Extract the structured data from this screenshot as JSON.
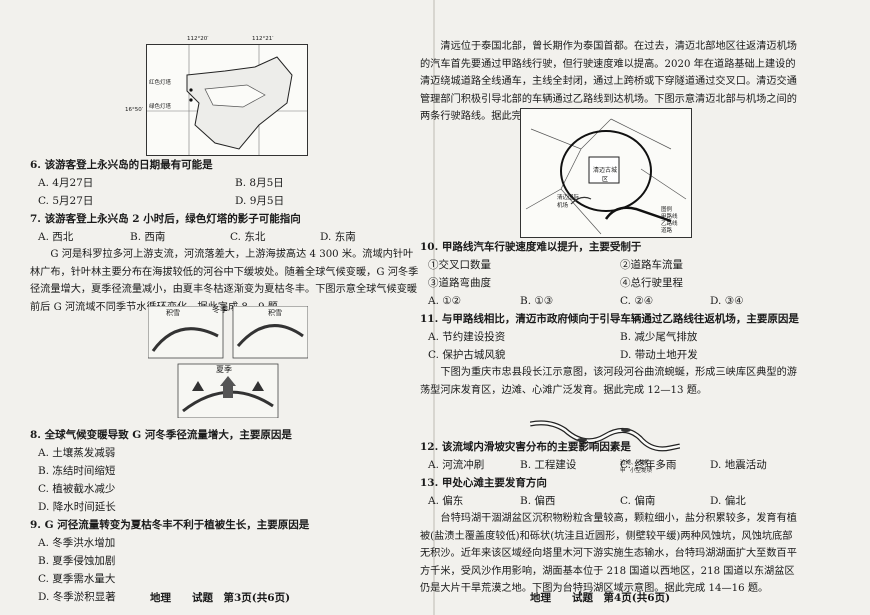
{
  "left": {
    "map_fig": {
      "lon1": "112°20′",
      "lon2": "112°21′",
      "lat": "16°50′",
      "label_red": "红色灯塔",
      "label_green": "绿色灯塔"
    },
    "q6": {
      "stem": "6. 该游客登上永兴岛的日期最有可能是",
      "A": "A. 4月27日",
      "B": "B. 8月5日",
      "C": "C. 5月27日",
      "D": "D. 9月5日"
    },
    "q7": {
      "stem": "7. 该游客登上永兴岛 2 小时后，绿色灯塔的影子可能指向",
      "A": "A. 西北",
      "B": "B. 西南",
      "C": "C. 东北",
      "D": "D. 东南"
    },
    "intro_8_9": "G 河是科罗拉多河上游支流，河流落差大，上游海拔高达 4 300 米。流域内针叶林广布，针叶林主要分布在海拔较低的河谷中下缓坡处。随着全球气候变暖，G 河冬季径流量增大，夏季径流量减小，由夏丰冬枯逐渐变为夏枯冬丰。下图示意全球气候变暖前后 G 河流域不同季节水循环变化。据此完成 8—9 题。",
    "cycle_fig": {
      "winter": "冬季",
      "summer": "夏季",
      "snow1": "积雪",
      "snow2": "积雪"
    },
    "q8": {
      "stem": "8. 全球气候变暖导致 G 河冬季径流量增大，主要原因是",
      "A": "A. 土壤蒸发减弱",
      "B": "B. 冻结时间缩短",
      "C": "C. 植被截水减少",
      "D": "D. 降水时间延长"
    },
    "q9": {
      "stem": "9. G 河径流量转变为夏枯冬丰不利于植被生长，主要原因是",
      "A": "A. 冬季洪水增加",
      "B": "B. 夏季侵蚀加剧",
      "C": "C. 夏季需水量大",
      "D": "D. 冬季淤积显著"
    },
    "footer": "地理　　试题　第3页(共6页)"
  },
  "right": {
    "intro_10_11": "清远位于泰国北部，曾长期作为泰国首都。在过去，清迈北部地区往返清迈机场的汽车首先要通过甲路线行驶，但行驶速度难以提高。2020 年在道路基础上建设的清迈绕城道路全线通车，主线全封闭，通过上跨桥或下穿隧道通过交叉口。清迈交通管理部门积极引导北部的车辆通过乙路线到达机场。下图示意清迈北部与机场之间的两条行驶路线。据此完成 10—11 题。",
    "route_fig": {
      "old_city": "清迈古城区",
      "airport": "清迈国际机场",
      "legend_title": "图例",
      "l1": "甲路线",
      "l2": "乙路线",
      "l3": "道路"
    },
    "q10": {
      "stem": "10. 甲路线汽车行驶速度难以提升，主要受制于",
      "o1": "①交叉口数量",
      "o2": "②道路车流量",
      "o3": "③道路弯曲度",
      "o4": "④总行驶里程",
      "A": "A. ①②",
      "B": "B. ①③",
      "C": "C. ②④",
      "D": "D. ③④"
    },
    "q11": {
      "stem": "11. 与甲路线相比，清迈市政府倾向于引导车辆通过乙路线往返机场，主要原因是",
      "A": "A. 节约建设投资",
      "B": "B. 减少尾气排放",
      "C": "C. 保护古城风貌",
      "D": "D. 带动土地开发"
    },
    "intro_12_13": "下图为重庆市忠县段长江示意图，该河段河谷曲流蜿蜒，形成三峡库区典型的游荡型河床发育区，边滩、心滩广泛发育。据此完成 12—13 题。",
    "river_fig": {
      "legend1": "边滩、心滩",
      "legend2": "甲",
      "legend3": "小型堤坝"
    },
    "q12": {
      "stem": "12. 该流域内滑坡灾害分布的主要影响因素是",
      "A": "A. 河流冲刷",
      "B": "B. 工程建设",
      "C": "C. 终年多雨",
      "D": "D. 地震活动"
    },
    "q13": {
      "stem": "13. 甲处心滩主要发育方向",
      "A": "A. 偏东",
      "B": "B. 偏西",
      "C": "C. 偏南",
      "D": "D. 偏北"
    },
    "intro_14_16": "台特玛湖干涸湖盆区沉积物粉粒含量较高，颗粒细小，盐分积累较多，发育有植被(盐渍土覆盖度较低)和砾状(坑洼且近圆形，侧壁较平缓)两种风蚀坑，风蚀坑底部无积沙。近年来该区域经向塔里木河下游实施生态输水，台特玛湖湖面扩大至数百平方千米，受风沙作用影响，湖面基本位于 218 国道以西地区，218 国道以东湖盆区仍是大片干旱荒漠之地。下图为台特玛湖区域示意图。据此完成 14—16 题。",
    "footer": "地理　　试题　第4页(共6页)"
  }
}
